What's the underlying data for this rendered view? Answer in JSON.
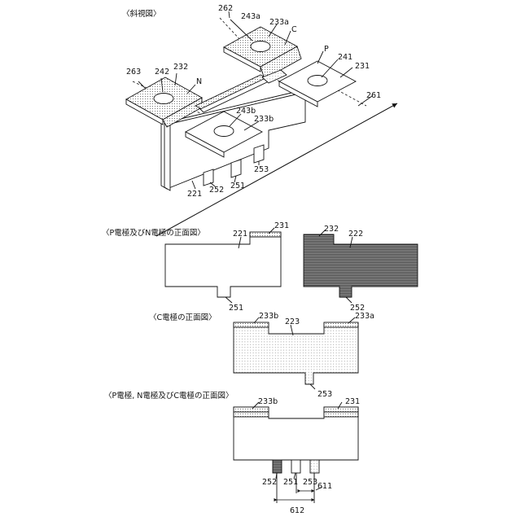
{
  "views": {
    "oblique": {
      "title": "〈斜視図〉",
      "labels": {
        "l262": "262",
        "l243a": "243a",
        "l233a": "233a",
        "lC": "C",
        "lP": "P",
        "l241": "241",
        "l231": "231",
        "l263": "263",
        "l242": "242",
        "l232": "232",
        "lN": "N",
        "l261": "261",
        "l243b": "243b",
        "l233b": "233b",
        "l253": "253",
        "l221": "221",
        "l252": "252",
        "l251": "251"
      }
    },
    "pn_front": {
      "title": "〈P電極及びN電極の正面図〉",
      "labels": {
        "l221": "221",
        "l231": "231",
        "l251": "251",
        "l232": "232",
        "l222": "222",
        "l252": "252"
      }
    },
    "c_front": {
      "title": "〈C電極の正面図〉",
      "labels": {
        "l233b": "233b",
        "l223": "223",
        "l233a": "233a",
        "l253": "253"
      }
    },
    "all_front": {
      "title": "〈P電極, N電極及びC電極の正面図〉",
      "labels": {
        "l233b": "233b",
        "l231": "231",
        "l252": "252",
        "l251": "251",
        "l253": "253",
        "l611": "611",
        "l612": "612"
      }
    }
  },
  "colors": {
    "line": "#111111",
    "stipple_p": "#bdbdbd",
    "stipple_c": "#e3e3e3",
    "hatch_n": "#6a6a6a"
  }
}
